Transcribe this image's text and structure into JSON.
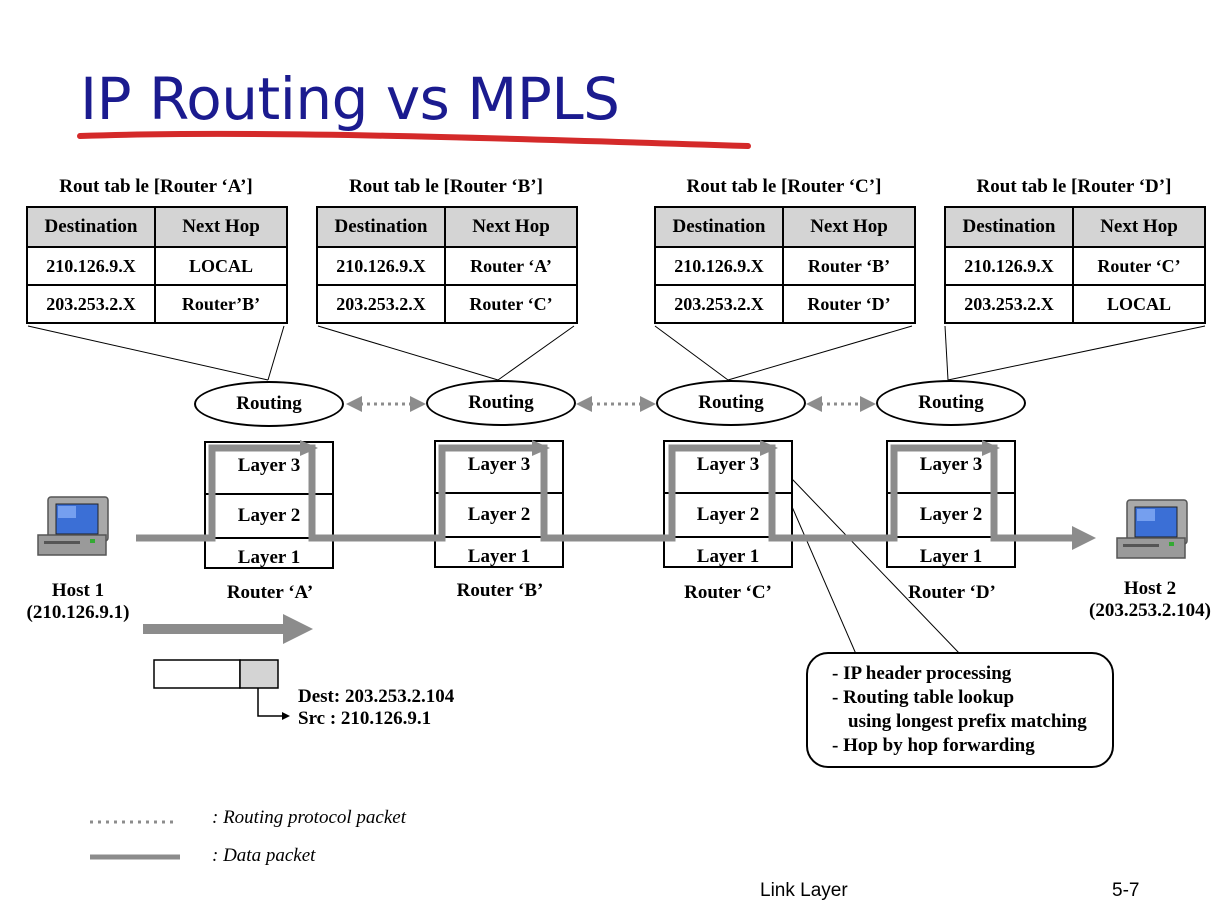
{
  "title": "IP Routing vs MPLS",
  "routers": [
    {
      "table_caption": "Rout tab le [Router ‘A’]",
      "headers": [
        "Destination",
        "Next Hop"
      ],
      "rows": [
        [
          "210.126.9.X",
          "LOCAL"
        ],
        [
          "203.253.2.X",
          "Router’B’"
        ]
      ],
      "routing": "Routing",
      "layers": [
        "Layer 3",
        "Layer 2",
        "Layer 1"
      ],
      "label": "Router ‘A’"
    },
    {
      "table_caption": "Rout tab le [Router ‘B’]",
      "headers": [
        "Destination",
        "Next Hop"
      ],
      "rows": [
        [
          "210.126.9.X",
          "Router ‘A’"
        ],
        [
          "203.253.2.X",
          "Router ‘C’"
        ]
      ],
      "routing": "Routing",
      "layers": [
        "Layer 3",
        "Layer 2",
        "Layer 1"
      ],
      "label": "Router ‘B’"
    },
    {
      "table_caption": "Rout tab le [Router ‘C’]",
      "headers": [
        "Destination",
        "Next Hop"
      ],
      "rows": [
        [
          "210.126.9.X",
          "Router ‘B’"
        ],
        [
          "203.253.2.X",
          "Router ‘D’"
        ]
      ],
      "routing": "Routing",
      "layers": [
        "Layer 3",
        "Layer 2",
        "Layer 1"
      ],
      "label": "Router ‘C’"
    },
    {
      "table_caption": "Rout tab le [Router ‘D’]",
      "headers": [
        "Destination",
        "Next Hop"
      ],
      "rows": [
        [
          "210.126.9.X",
          "Router ‘C’"
        ],
        [
          "203.253.2.X",
          "LOCAL"
        ]
      ],
      "routing": "Routing",
      "layers": [
        "Layer 3",
        "Layer 2",
        "Layer 1"
      ],
      "label": "Router ‘D’"
    }
  ],
  "hosts": [
    {
      "name": "Host 1",
      "address": "(210.126.9.1)"
    },
    {
      "name": "Host 2",
      "address": "(203.253.2.104)"
    }
  ],
  "packet": {
    "dest": "Dest: 203.253.2.104",
    "src": "Src  : 210.126.9.1"
  },
  "note": {
    "lines": [
      "- IP header processing",
      "- Routing table lookup",
      "using longest prefix matching",
      "- Hop by hop forwarding"
    ]
  },
  "legend": {
    "routing_packet": ": Routing protocol packet",
    "data_packet": ": Data packet"
  },
  "footer": {
    "left": "Link Layer",
    "right": "5-7"
  },
  "colors": {
    "title": "#1b1b8f",
    "underline": "#d42a2a",
    "data_path": "#8c8c8c",
    "header_fill": "#d4d4d4",
    "screen": "#3b6fd6"
  },
  "icons": [
    "computer-icon"
  ]
}
